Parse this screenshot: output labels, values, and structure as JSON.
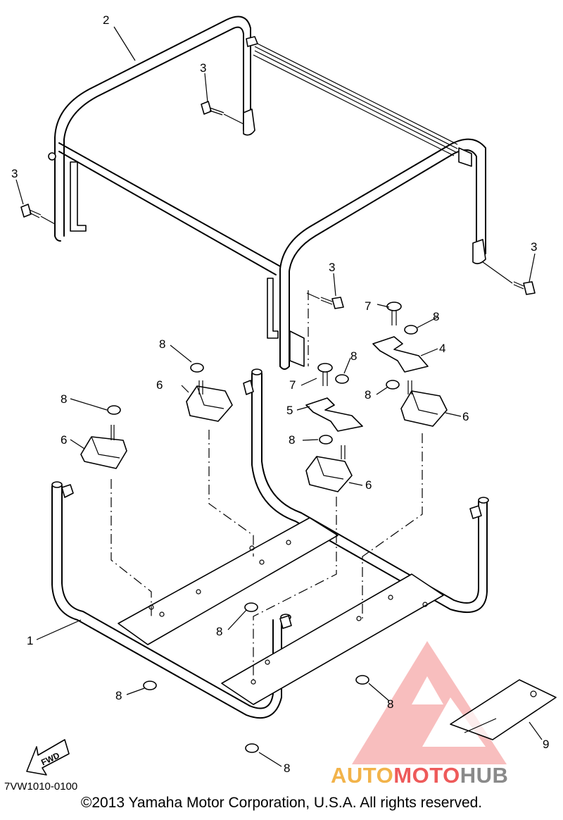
{
  "callouts": [
    "1",
    "2",
    "3",
    "4",
    "5",
    "6",
    "7",
    "8",
    "9"
  ],
  "fwd_label": "FWD",
  "diagram_code": "7VW1010-0100",
  "copyright": "©2013 Yamaha Motor Corporation, U.S.A. All rights reserved.",
  "watermark": {
    "part1": "AUTO",
    "part2": "MOTO",
    "part3": "HUB",
    "color_auto": "#f2b34a",
    "color_moto": "#ee5a5a",
    "color_hub": "#8a8a8a"
  }
}
